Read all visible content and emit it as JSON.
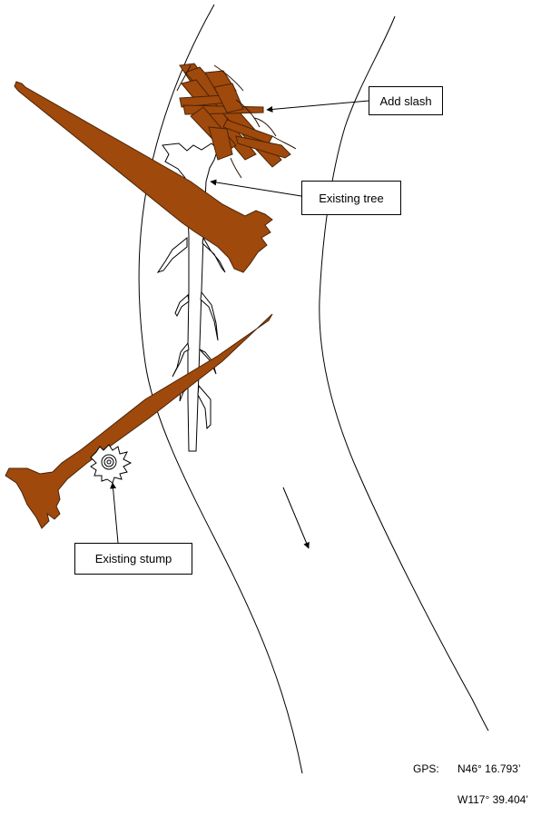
{
  "labels": {
    "add_slash": "Add slash",
    "existing_tree": "Existing tree",
    "existing_stump": "Existing stump"
  },
  "gps": {
    "prefix": "GPS:",
    "north": "N46° 16.793’",
    "west": "W117° 39.404’"
  },
  "colors": {
    "log": "#a0490c",
    "log_outline": "#4a2406",
    "line": "#000000"
  }
}
